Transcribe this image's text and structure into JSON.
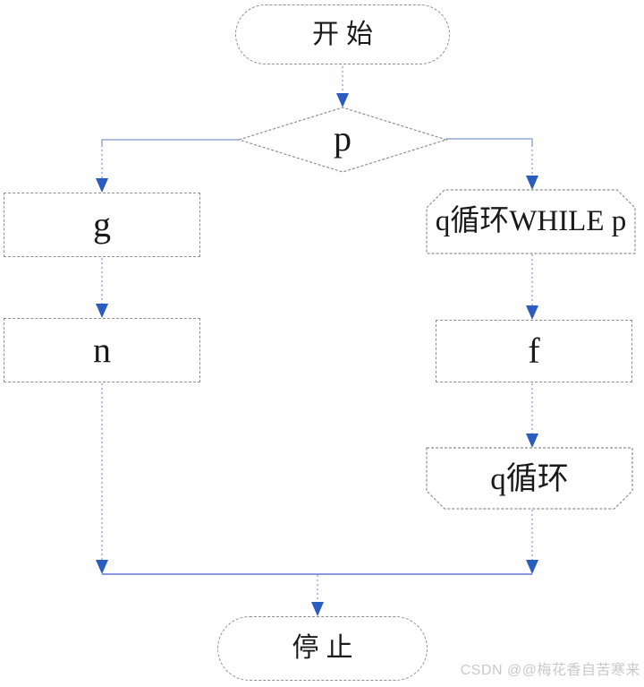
{
  "diagram": {
    "type": "flowchart",
    "nodes": {
      "start": {
        "label": "开始",
        "shape": "terminator"
      },
      "decision": {
        "label": "p",
        "shape": "decision-diamond"
      },
      "g": {
        "label": "g",
        "shape": "process"
      },
      "n": {
        "label": "n",
        "shape": "process"
      },
      "loop_while": {
        "label": "q循环WHILE p",
        "shape": "loop-limit-start"
      },
      "f": {
        "label": "f",
        "shape": "process"
      },
      "loop_end": {
        "label": "q循环",
        "shape": "loop-limit-end"
      },
      "stop": {
        "label": "停止",
        "shape": "terminator"
      }
    },
    "edges": [
      "start -> decision",
      "decision -> g",
      "decision -> loop_while",
      "g -> n",
      "loop_while -> f",
      "f -> loop_end",
      "n -> join",
      "loop_end -> join",
      "join -> stop"
    ],
    "colors": {
      "shape_border": "#8f8f8f",
      "arrow_head": "#2b5cc0",
      "connector_dotted": "#7b9ad8",
      "connector_solid": "#7f97cf",
      "join_line": "#6a77d4",
      "text": "#1a1a1a",
      "watermark": "#c9c9c9",
      "background": "#ffffff"
    },
    "watermark": "CSDN @@梅花香自苦寒来"
  }
}
